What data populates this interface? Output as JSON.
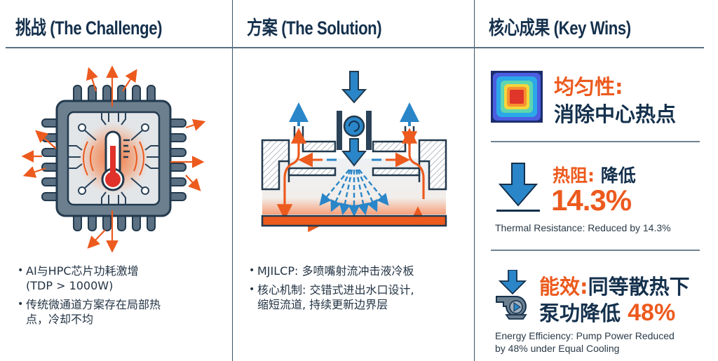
{
  "columns": {
    "challenge": {
      "header": "挑战 (The Challenge)",
      "illustration": "overheating-chip",
      "bullets": [
        {
          "text": "AI与HPC芯片功耗激增\n(TDP > 1000W)"
        },
        {
          "text": "传统微通道方案存在局部热\n点，冷却不均"
        }
      ]
    },
    "solution": {
      "header": "方案 (The Solution)",
      "illustration": "multi-jet-impingement-cold-plate",
      "bullets": [
        {
          "text": "MJILCP: 多喷嘴射流冲击液冷板"
        },
        {
          "text": "核心机制: 交错式进出水口设计,\n缩短流道, 持续更新边界层"
        }
      ]
    },
    "wins": {
      "header": "核心成果 (Key Wins)",
      "items": [
        {
          "icon": "heatmap-icon",
          "label": "均匀性:",
          "detail": "消除中心热点"
        },
        {
          "icon": "down-arrow-icon",
          "label": "热阻:",
          "detail": "降低",
          "value": "14.3%",
          "caption": "Thermal Resistance: Reduced by 14.3%"
        },
        {
          "icon": "pump-icon",
          "label": "能效:",
          "detail": "同等散热下",
          "detail2": "泵功降低",
          "value": "48%",
          "caption": "Energy Efficiency: Pump Power Reduced\nby 48% under Equal Cooling"
        }
      ]
    }
  },
  "colors": {
    "accent_orange": "#ec5a1e",
    "navy": "#14304c",
    "blue": "#2a86c8",
    "chip_gray": "#6b7f8e"
  }
}
